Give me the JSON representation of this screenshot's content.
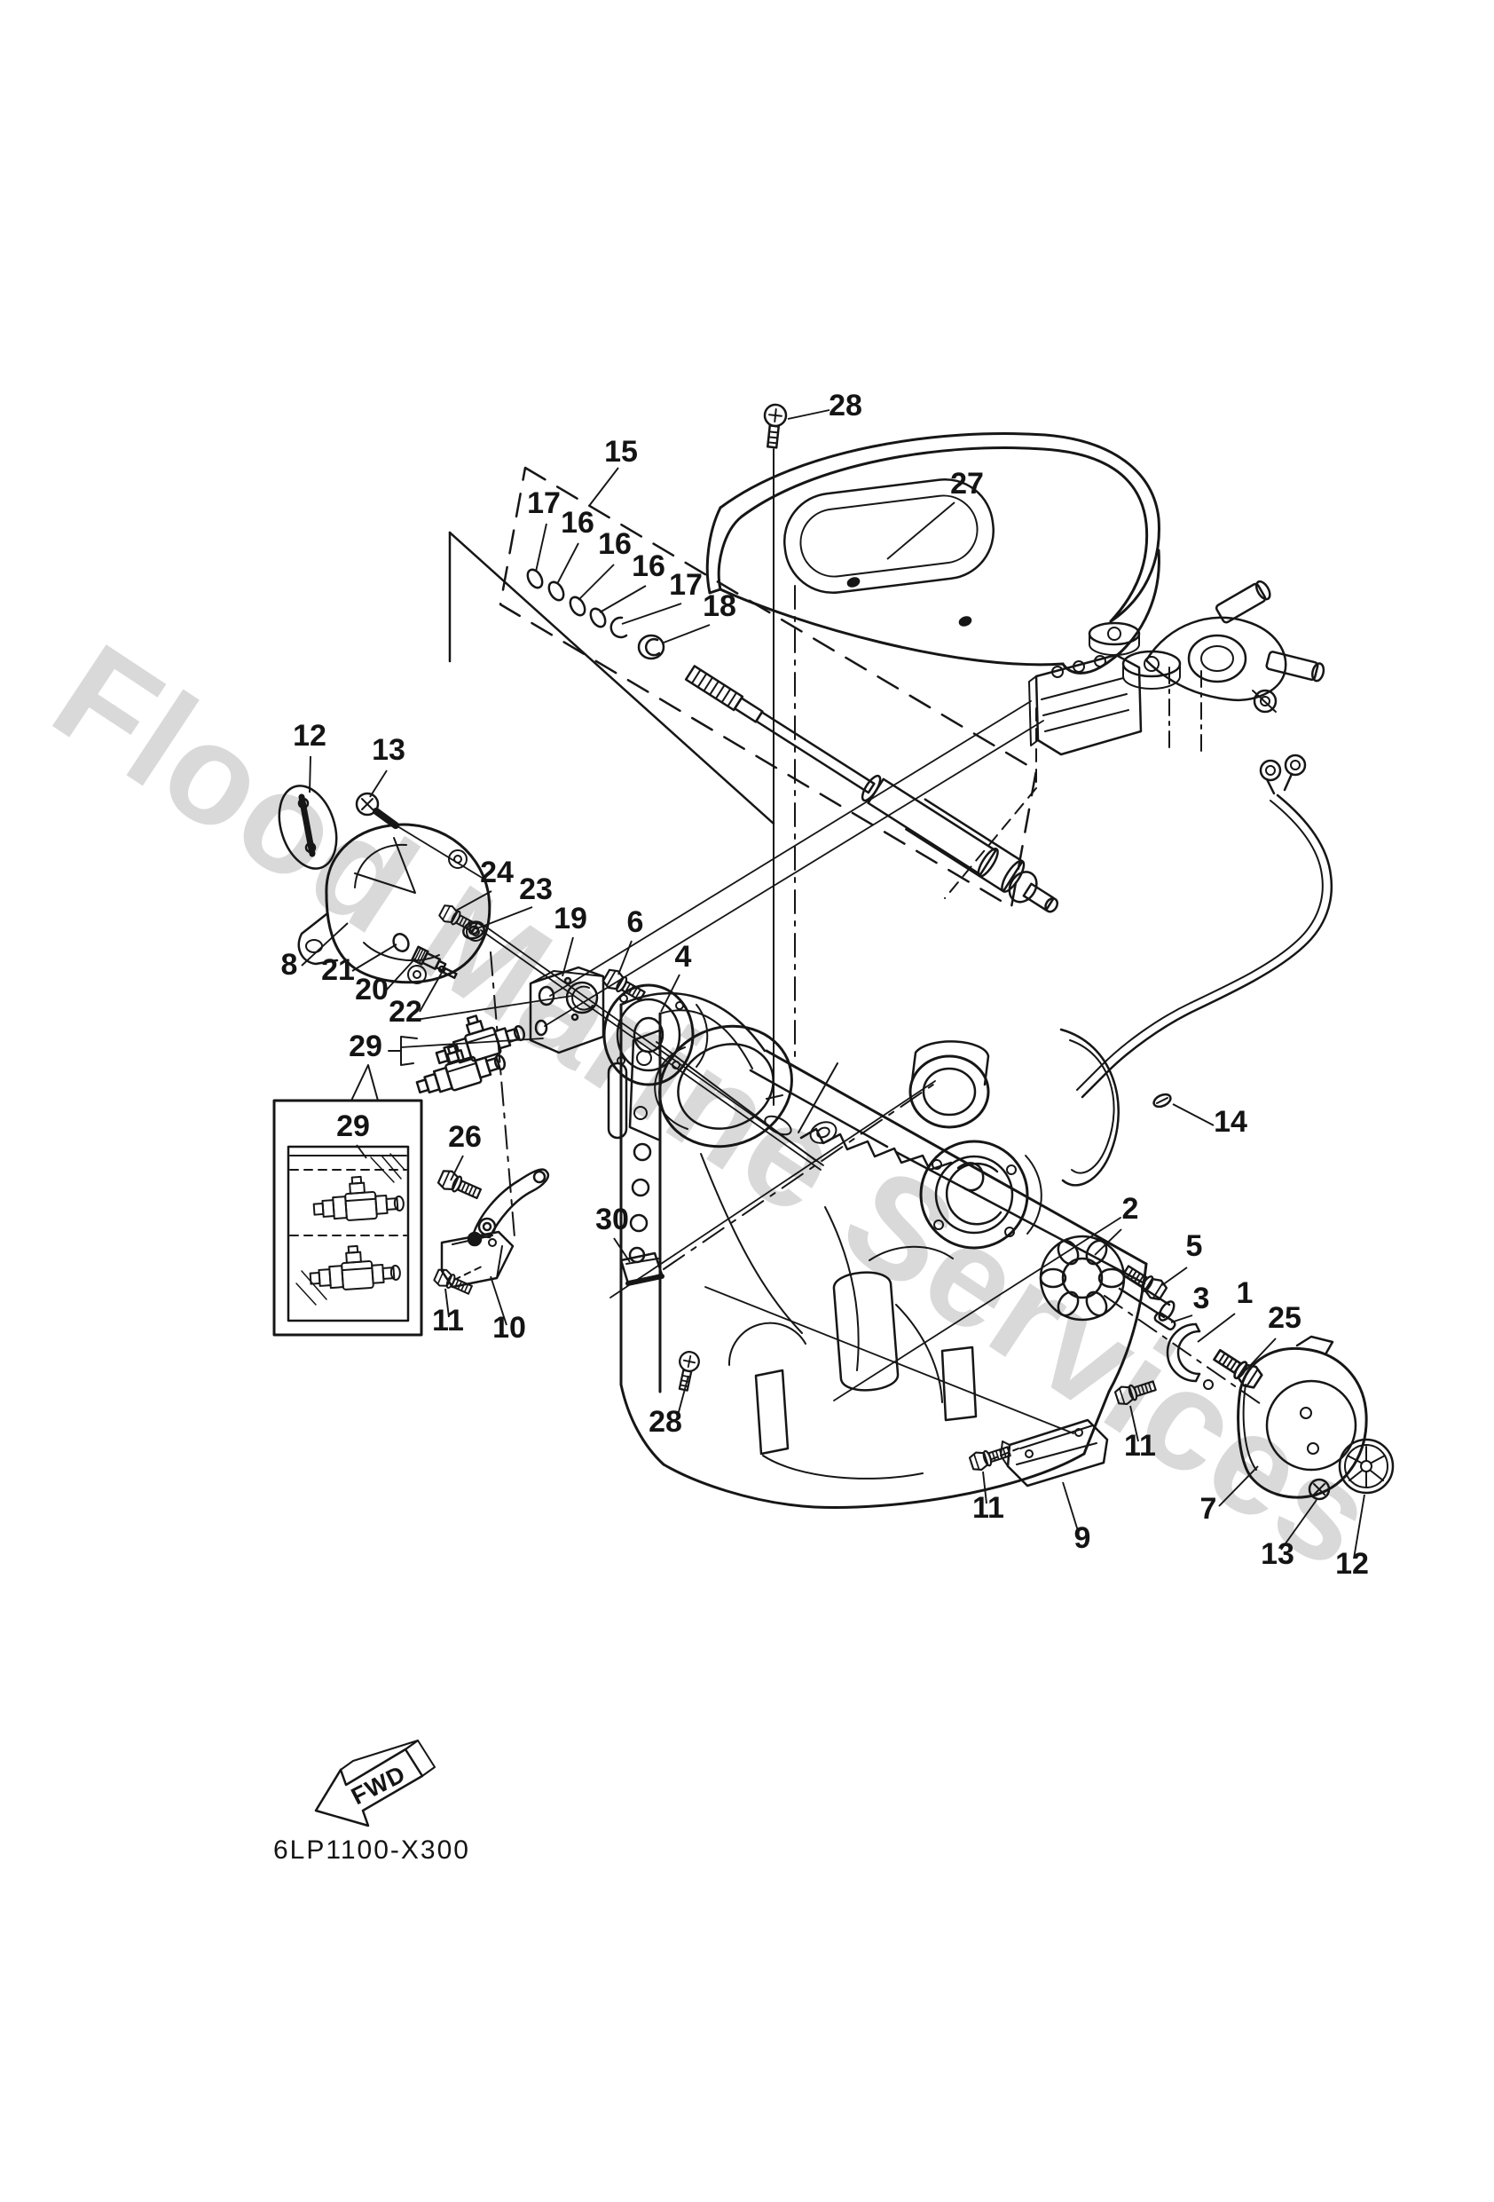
{
  "diagram": {
    "code": "6LP1100-X300",
    "fwd": "FWD",
    "watermark": "Flood Marine Services"
  },
  "colors": {
    "line": "#161616",
    "watermark": "#d9d9d9",
    "background": "#ffffff"
  },
  "callouts": [
    "28",
    "15",
    "17",
    "16",
    "16",
    "16",
    "17",
    "18",
    "27",
    "12",
    "13",
    "24",
    "23",
    "19",
    "6",
    "4",
    "8",
    "21",
    "20",
    "22",
    "29",
    "29",
    "26",
    "11",
    "10",
    "30",
    "14",
    "2",
    "5",
    "3",
    "1",
    "25",
    "28",
    "11",
    "11",
    "9",
    "7",
    "13",
    "12"
  ]
}
